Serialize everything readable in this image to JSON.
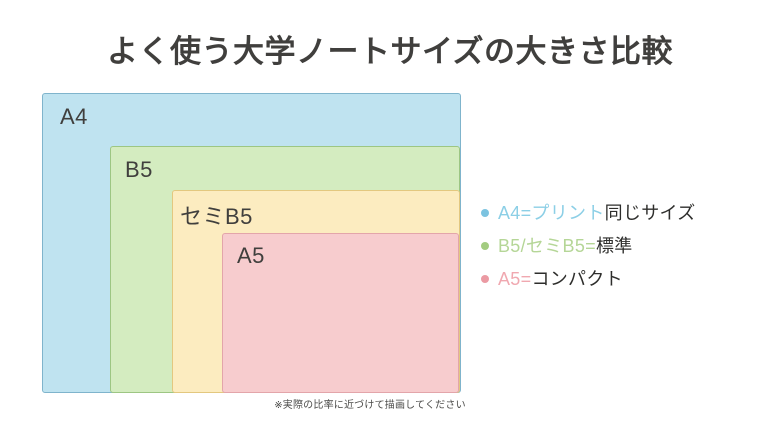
{
  "slide": {
    "title": "よく使う大学ノートサイズの大きさ比較",
    "note": "※実際の比率に近づけて描画してください",
    "background_color": "#ffffff",
    "text_color": "#403f3d"
  },
  "diagram": {
    "boxes": [
      {
        "label": "A4",
        "fill_color": "#bfe3f0",
        "border_color": "#7fb4cc",
        "label_color": "#403f3d"
      },
      {
        "label": "B5",
        "fill_color": "#d4ecc0",
        "border_color": "#9dc683",
        "label_color": "#403f3d"
      },
      {
        "label": "セミB5",
        "fill_color": "#fcecc0",
        "border_color": "#e3c87f",
        "label_color": "#403f3d"
      },
      {
        "label": "A5",
        "fill_color": "#f7ccce",
        "border_color": "#e3a5aa",
        "label_color": "#403f3d"
      }
    ]
  },
  "legend": {
    "items": [
      {
        "dot_color": "#7cc3e0",
        "key": "A4=プリント",
        "key_color": "#8ccfe6",
        "value": "同じサイズ"
      },
      {
        "dot_color": "#a3cc80",
        "key": "B5/セミB5=",
        "key_color": "#b5d697",
        "value": "標準"
      },
      {
        "dot_color": "#eb9aa3",
        "key": "A5=",
        "key_color": "#f0a8b0",
        "value": "コンパクト"
      }
    ]
  }
}
